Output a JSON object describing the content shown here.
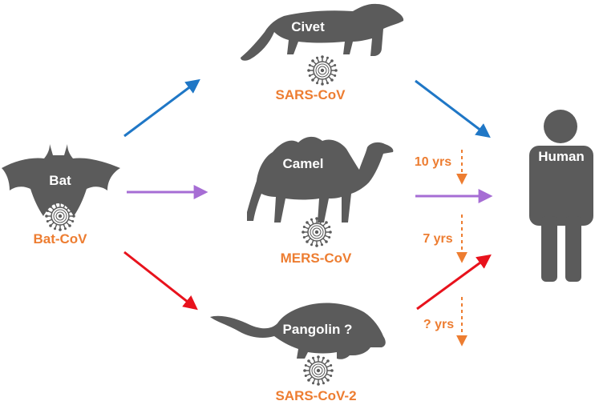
{
  "colors": {
    "silhouette": "#5b5b5b",
    "accent_orange": "#ed7d31",
    "sars_path": "#1f77c6",
    "mers_path": "#a66dd4",
    "sars2_path": "#e8121c"
  },
  "nodes": {
    "bat": {
      "label": "Bat",
      "virus": "Bat-CoV",
      "icon": "bat-icon"
    },
    "civet": {
      "label": "Civet",
      "virus": "SARS-CoV",
      "icon": "civet-icon"
    },
    "camel": {
      "label": "Camel",
      "virus": "MERS-CoV",
      "icon": "camel-icon"
    },
    "pangolin": {
      "label": "Pangolin ?",
      "virus": "SARS-CoV-2",
      "icon": "pangolin-icon"
    },
    "human": {
      "label": "Human",
      "icon": "human-icon"
    }
  },
  "intervals": [
    {
      "label": "10 yrs"
    },
    {
      "label": "7 yrs"
    },
    {
      "label": "? yrs"
    }
  ]
}
